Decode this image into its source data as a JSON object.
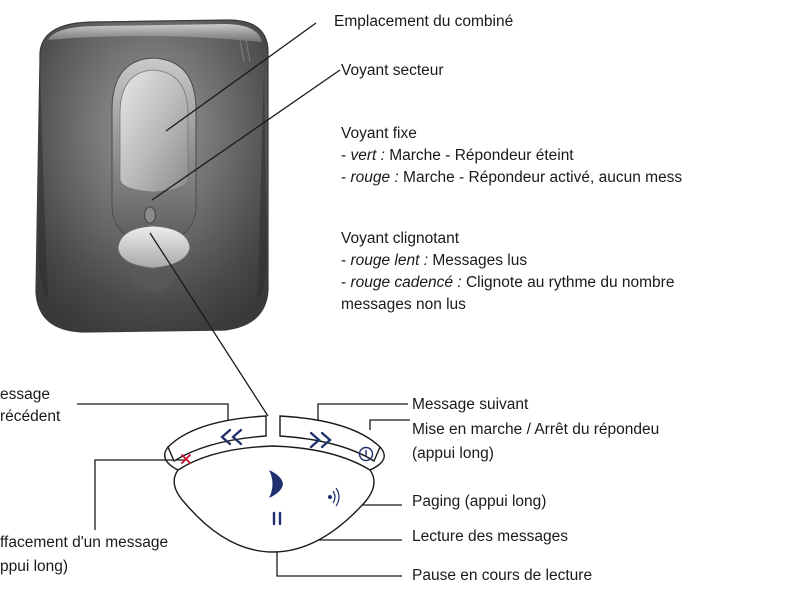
{
  "labels": {
    "cradle": "Emplacement du combiné",
    "power_led": "Voyant secteur",
    "steady_title": "Voyant fixe",
    "steady_green_key": "vert :",
    "steady_green_text": "Marche - Répondeur éteint",
    "steady_red_key": "rouge :",
    "steady_red_text": "Marche - Répondeur activé, aucun mess",
    "blink_title": "Voyant clignotant",
    "blink_slow_key": "rouge lent :",
    "blink_slow_text": "Messages lus",
    "blink_fast_key": "rouge cadencé :",
    "blink_fast_text": "Clignote au rythme du nombre",
    "blink_fast_text2": "messages non lus",
    "prev_line1": "essage",
    "prev_line2": "récédent",
    "next": "Message suivant",
    "onoff_line1": "Mise en marche / Arrêt du répondeu",
    "onoff_line2": "(appui long)",
    "paging": "Paging (appui long)",
    "delete_line1": "ffacement d'un message",
    "delete_line2": "ppui long)",
    "play": "Lecture des messages",
    "pause": "Pause en cours de lecture"
  },
  "colors": {
    "button_icon": "#1f2f6e",
    "delete_icon": "#c8102e",
    "led_green": "#2e8b3a",
    "led_red": "#c8102e"
  }
}
